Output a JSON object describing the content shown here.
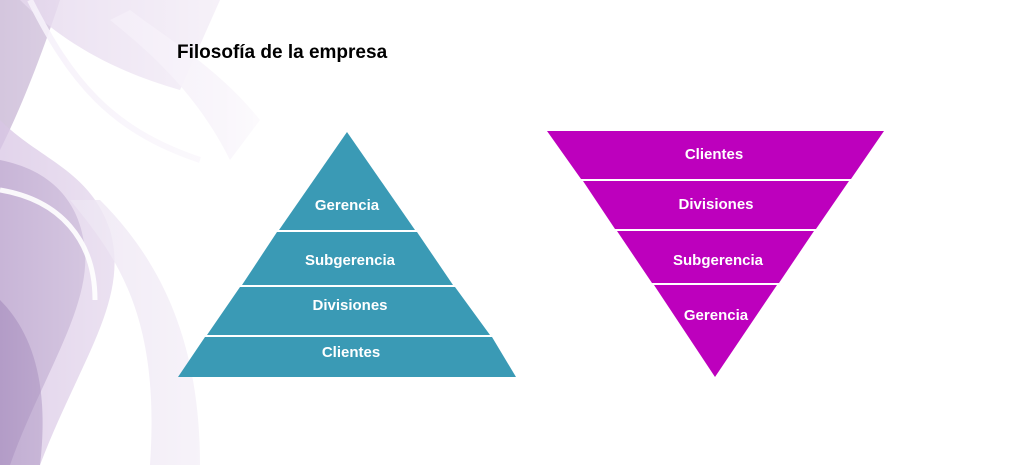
{
  "title": "Filosofía de la empresa",
  "pyramid": {
    "color": "#3a9ab5",
    "levels": [
      "Gerencia",
      "Subgerencia",
      "Divisiones",
      "Clientes"
    ]
  },
  "inverted_pyramid": {
    "color": "#bd00bd",
    "levels": [
      "Clientes",
      "Divisiones",
      "Subgerencia",
      "Gerencia"
    ]
  }
}
